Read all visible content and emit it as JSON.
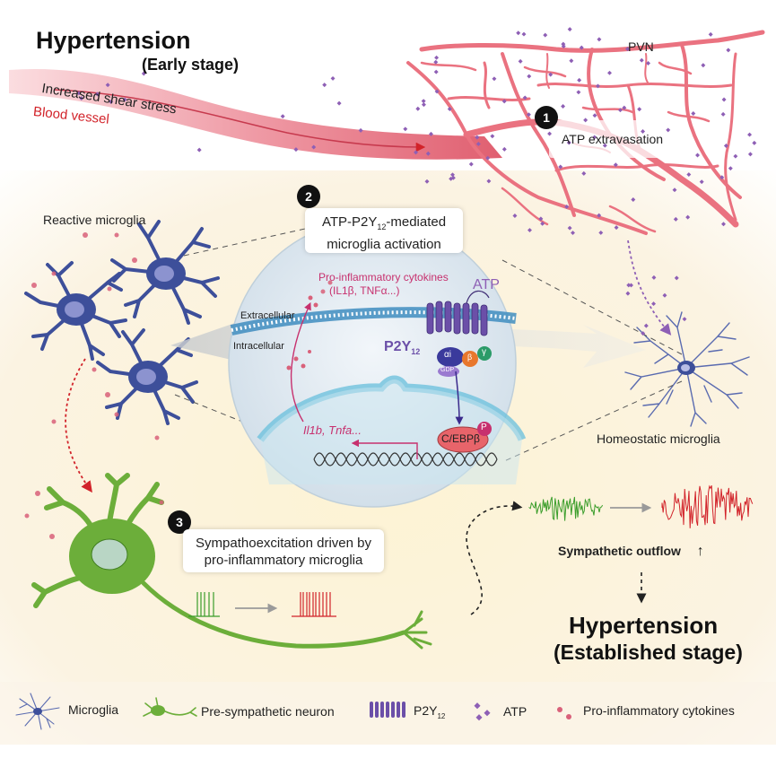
{
  "header": {
    "title": "Hypertension",
    "subtitle": "(Early stage)"
  },
  "vessel": {
    "shear_label": "Increased shear stress",
    "vessel_label": "Blood vessel"
  },
  "pvn": {
    "label": "PVN",
    "step_number": "1",
    "step_label": "ATP extravasation"
  },
  "step2": {
    "number": "2",
    "line1": "ATP-P2Y",
    "sub": "12",
    "line1_end": "-mediated",
    "line2": "microglia activation"
  },
  "microglia": {
    "reactive_label": "Reactive microglia",
    "homeostatic_label": "Homeostatic microglia"
  },
  "circle": {
    "cytokines_title": "Pro-inflammatory cytokines",
    "cytokines_list": "(IL1β, TNFα...)",
    "extracellular": "Extracellular",
    "intracellular": "Intracellular",
    "atp": "ATP",
    "receptor": "P2Y",
    "receptor_sub": "12",
    "g_alpha": "αi",
    "g_beta": "β",
    "g_gamma": "γ",
    "gdp": "GDP",
    "phospho": "P",
    "tf": "C/EBPβ",
    "genes": "Il1b, Tnfa..."
  },
  "step3": {
    "number": "3",
    "line1": "Sympathoexcitation driven by",
    "line2": "pro-inflammatory microglia"
  },
  "outflow": {
    "label": "Sympathetic outflow",
    "arrow": "↑"
  },
  "established": {
    "line1": "Hypertension",
    "line2": "(Established stage)"
  },
  "legend": {
    "microglia": "Microglia",
    "neuron": "Pre-sympathetic neuron",
    "receptor": "P2Y",
    "receptor_sub": "12",
    "atp": "ATP",
    "cytokines": "Pro-inflammatory cytokines"
  },
  "colors": {
    "vessel": "#e8707e",
    "vessel_light": "#f6b9c0",
    "atp_purple": "#8e5fb5",
    "cytokine_pink": "#d9617a",
    "microglia_blue": "#3d4f9a",
    "microglia_core": "#8c93cf",
    "neuron_green": "#6cae3a",
    "neuron_dark": "#3f7d1f",
    "spike_green": "#3a9d2a",
    "spike_red": "#d2232a",
    "accent_magenta": "#c7306e",
    "membrane_blue": "#3f8dbf",
    "background_cream": "#fbf1d8"
  }
}
